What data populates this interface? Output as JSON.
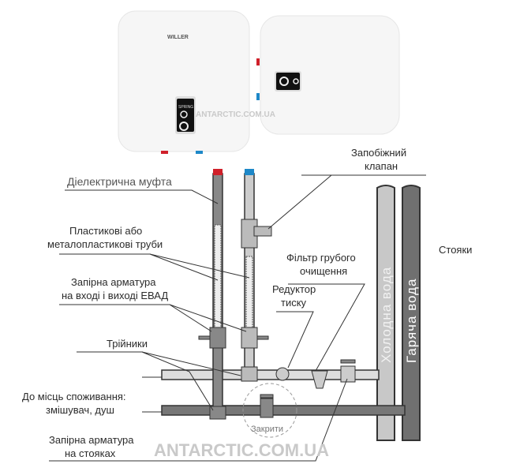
{
  "products": {
    "brand": "WILLER",
    "model": "SPRING"
  },
  "labels": {
    "dielectric_coupling": "Діелектрична муфта",
    "pipes_line1": "Пластикові або",
    "pipes_line2": "металопластикові труби",
    "shutoff_inout_line1": "Запірна арматура",
    "shutoff_inout_line2": "на вході і виході ЕВАД",
    "tees": "Трійники",
    "consumers_line1": "До місць споживання:",
    "consumers_line2": "змішувач, душ",
    "shutoff_risers_line1": "Запірна арматура",
    "shutoff_risers_line2": "на стояках",
    "safety_valve_line1": "Запобіжний",
    "safety_valve_line2": "клапан",
    "filter_line1": "Фільтр грубого",
    "filter_line2": "очищення",
    "reducer_line1": "Редуктор",
    "reducer_line2": "тиску",
    "risers": "Стояки",
    "cold_water": "Холодна вода",
    "hot_water": "Гаряча вода",
    "close": "Закрити"
  },
  "watermark": "ANTARCTIC.COM.UA",
  "colors": {
    "hot": "#d0202a",
    "cold": "#1e88c8",
    "cold_riser": "#c8c8c8",
    "hot_riser": "#707070"
  }
}
